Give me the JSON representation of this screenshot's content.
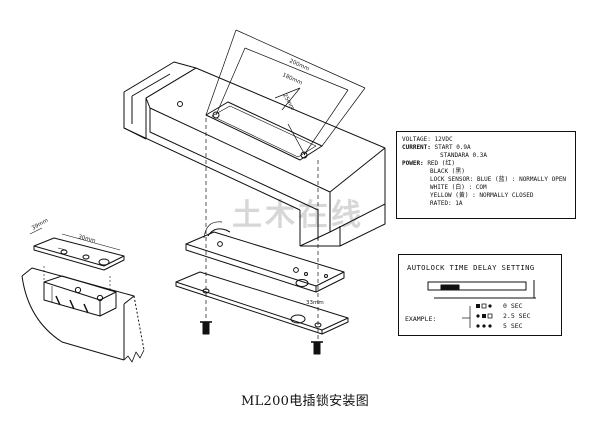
{
  "dimensions": {
    "top_wide": "200mm",
    "top_mid": "180mm",
    "top_small": "25mm",
    "left_plate": "39mm",
    "left_plate_edge": "30mm",
    "bottom_plate": "33mm"
  },
  "spec": {
    "voltage": "VOLTAGE: 12VDC",
    "current_label": "CURRENT:",
    "current_start": "START   0.9A",
    "current_standard": "STANDARA  0.3A",
    "power_label": "POWER:",
    "power_red": "RED (红)",
    "power_black": "BLACK (黑)",
    "power_lock_sensor": "LOCK SENSOR: BLUE (蓝) : NORMALLY OPEN",
    "power_white": "WHITE (白) : COM",
    "power_yellow": "YELLOW (黄) : NORMALLY CLOSED",
    "power_rated": "RATED: 1A"
  },
  "delay": {
    "title": "AUTOLOCK TIME DELAY SETTING",
    "example_label": "EXAMPLE:",
    "option_0": "0 SEC",
    "option_1": "2.5 SEC",
    "option_2": "5 SEC"
  },
  "title": "ML200电插锁安装图",
  "watermark": "土木在线"
}
